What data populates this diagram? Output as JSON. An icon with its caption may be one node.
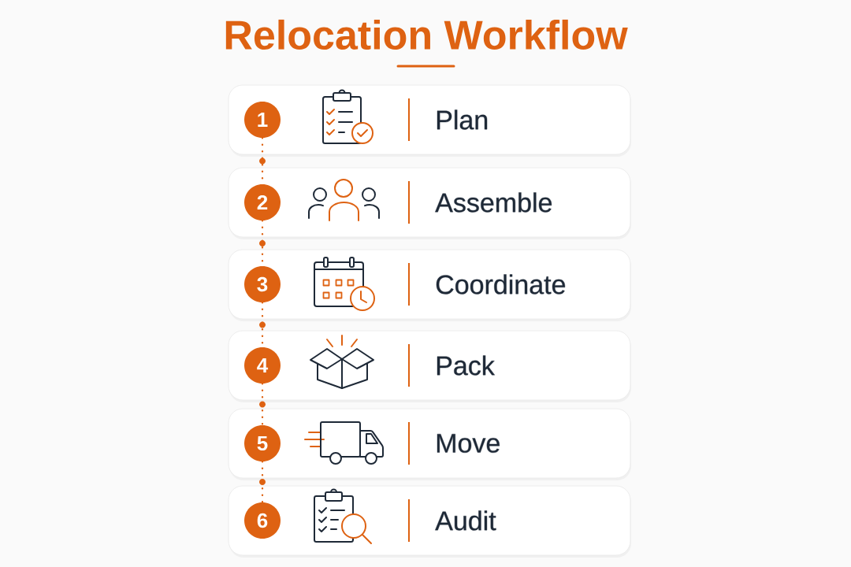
{
  "diagram": {
    "title": "Relocation Workflow",
    "nodes": [
      {
        "text": [
          "Plan"
        ]
      },
      {
        "text": [
          "1"
        ],
        "in": 0
      },
      {
        "text": [
          "Assemble"
        ]
      },
      {
        "text": [
          "2"
        ],
        "in": 2
      },
      {
        "text": [
          "Coordinate"
        ]
      },
      {
        "text": [
          "3"
        ],
        "in": 4
      },
      {
        "text": [
          "Pack"
        ]
      },
      {
        "text": [
          "4"
        ],
        "in": 6
      },
      {
        "text": [
          "Move"
        ]
      },
      {
        "text": [
          "5"
        ],
        "in": 8
      },
      {
        "text": [
          "Audit"
        ]
      },
      {
        "text": [
          "6"
        ],
        "in": 10
      }
    ],
    "edges": [
      {
        "from": 1,
        "to": 3,
        "arrow": "none",
        "style": "dashed"
      },
      {
        "from": 3,
        "to": 5,
        "arrow": "none",
        "style": "dashed"
      },
      {
        "from": 5,
        "to": 7,
        "arrow": "none",
        "style": "dashed"
      },
      {
        "from": 7,
        "to": 9,
        "arrow": "none",
        "style": "dashed"
      },
      {
        "from": 9,
        "to": 11,
        "arrow": "none",
        "style": "dashed"
      }
    ]
  }
}
